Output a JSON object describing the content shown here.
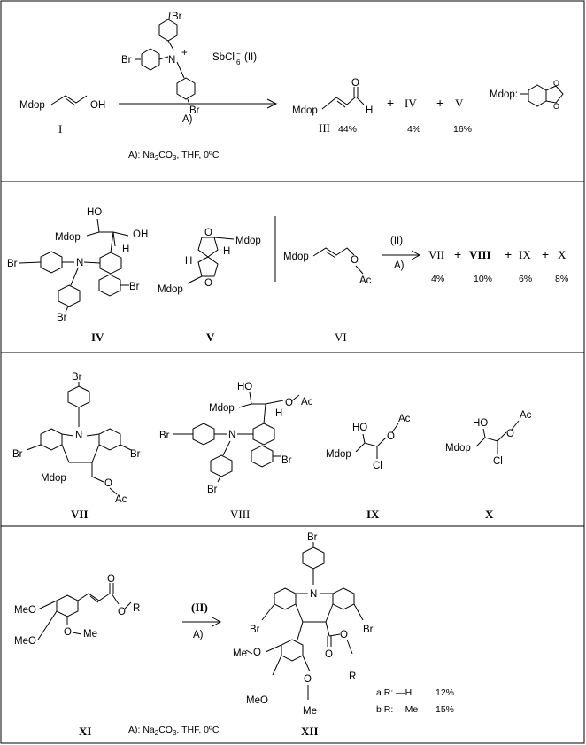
{
  "panel1": {
    "reactant_group": "Mdop",
    "reactant_oh": "OH",
    "reactant_label": "I",
    "catalyst_br_top": "Br",
    "catalyst_br_left": "Br",
    "catalyst_br_bottom": "Br",
    "catalyst_n": "N",
    "catalyst_charge": "+",
    "catalyst_counterion": "SbCl",
    "catalyst_counterion_sub": "6",
    "catalyst_counterion_sup": "−",
    "catalyst_label": "(II)",
    "arrow_condition": "A)",
    "product_group": "Mdop",
    "product_o": "O",
    "product_h": "H",
    "plus1": "+",
    "product_iv": "IV",
    "plus2": "+",
    "product_v": "V",
    "product_iii_label": "III",
    "yield_iii": "44%",
    "yield_iv": "4%",
    "yield_v": "16%",
    "mdop_def_label": "Mdop:",
    "conditions": "A):  Na",
    "conditions_sub": "2",
    "conditions_mid": "CO",
    "conditions_sub2": "3",
    "conditions_rest": ",   THF,    0ºC"
  },
  "panel2": {
    "iv_ho": "HO",
    "iv_oh": "OH",
    "iv_mdop": "Mdop",
    "iv_h": "H",
    "iv_br_left": "Br",
    "iv_n": "N",
    "iv_br_right": "Br",
    "iv_br_bottom": "Br",
    "iv_label": "IV",
    "v_o_top": "O",
    "v_o_bottom": "O",
    "v_mdop_right": "Mdop",
    "v_mdop_left": "Mdop",
    "v_h1": "H",
    "v_h2": "H",
    "v_label": "V",
    "vi_mdop": "Mdop",
    "vi_o": "O",
    "vi_ac": "Ac",
    "vi_label": "VI",
    "arrow_catalyst": "(II)",
    "arrow_condition": "A)",
    "prod_vii": "VII",
    "plus1": "+",
    "prod_viii": "VIII",
    "plus2": "+",
    "prod_ix": "IX",
    "plus3": "+",
    "prod_x": "X",
    "yield_vii": "4%",
    "yield_viii": "10%",
    "yield_ix": "6%",
    "yield_x": "8%"
  },
  "panel3": {
    "vii_br_top": "Br",
    "vii_n": "N",
    "vii_br_left": "Br",
    "vii_br_right": "Br",
    "vii_mdop": "Mdop",
    "vii_o": "O",
    "vii_ac": "Ac",
    "vii_label": "VII",
    "viii_ho": "HO",
    "viii_o": "O",
    "viii_ac": "Ac",
    "viii_mdop": "Mdop",
    "viii_h": "H",
    "viii_br_left": "Br",
    "viii_n": "N",
    "viii_br_right": "Br",
    "viii_br_bottom": "Br",
    "viii_label": "VIII",
    "ix_ho": "HO",
    "ix_o": "O",
    "ix_ac": "Ac",
    "ix_mdop": "Mdop",
    "ix_cl": "Cl",
    "ix_label": "IX",
    "x_ho": "HO",
    "x_o": "O",
    "x_ac": "Ac",
    "x_mdop": "Mdop",
    "x_cl": "Cl",
    "x_label": "X"
  },
  "panel4": {
    "xi_meo1": "MeO",
    "xi_meo2": "MeO",
    "xi_ome": "O",
    "xi_me": "Me",
    "xi_o_carbonyl": "O",
    "xi_o_ester": "O",
    "xi_r": "R",
    "xi_label": "XI",
    "arrow_catalyst": "(II)",
    "arrow_condition": "A)",
    "conditions": "A):  Na",
    "conditions_sub": "2",
    "conditions_mid": "CO",
    "conditions_sub2": "3",
    "conditions_rest": ",   THF,    0ºC",
    "xii_br_top": "Br",
    "xii_n": "N",
    "xii_br_left": "Br",
    "xii_br_right": "Br",
    "xii_o_carbonyl": "O",
    "xii_o_ester": "O",
    "xii_r": "R",
    "xii_meo1": "O",
    "xii_me1": "Me",
    "xii_meo2": "MeO",
    "xii_ome": "O",
    "xii_me3": "Me",
    "xii_label": "XII",
    "variant_a": "a R:  —H",
    "variant_a_yield": "12%",
    "variant_b": "b R:  —Me",
    "variant_b_yield": "15%"
  }
}
